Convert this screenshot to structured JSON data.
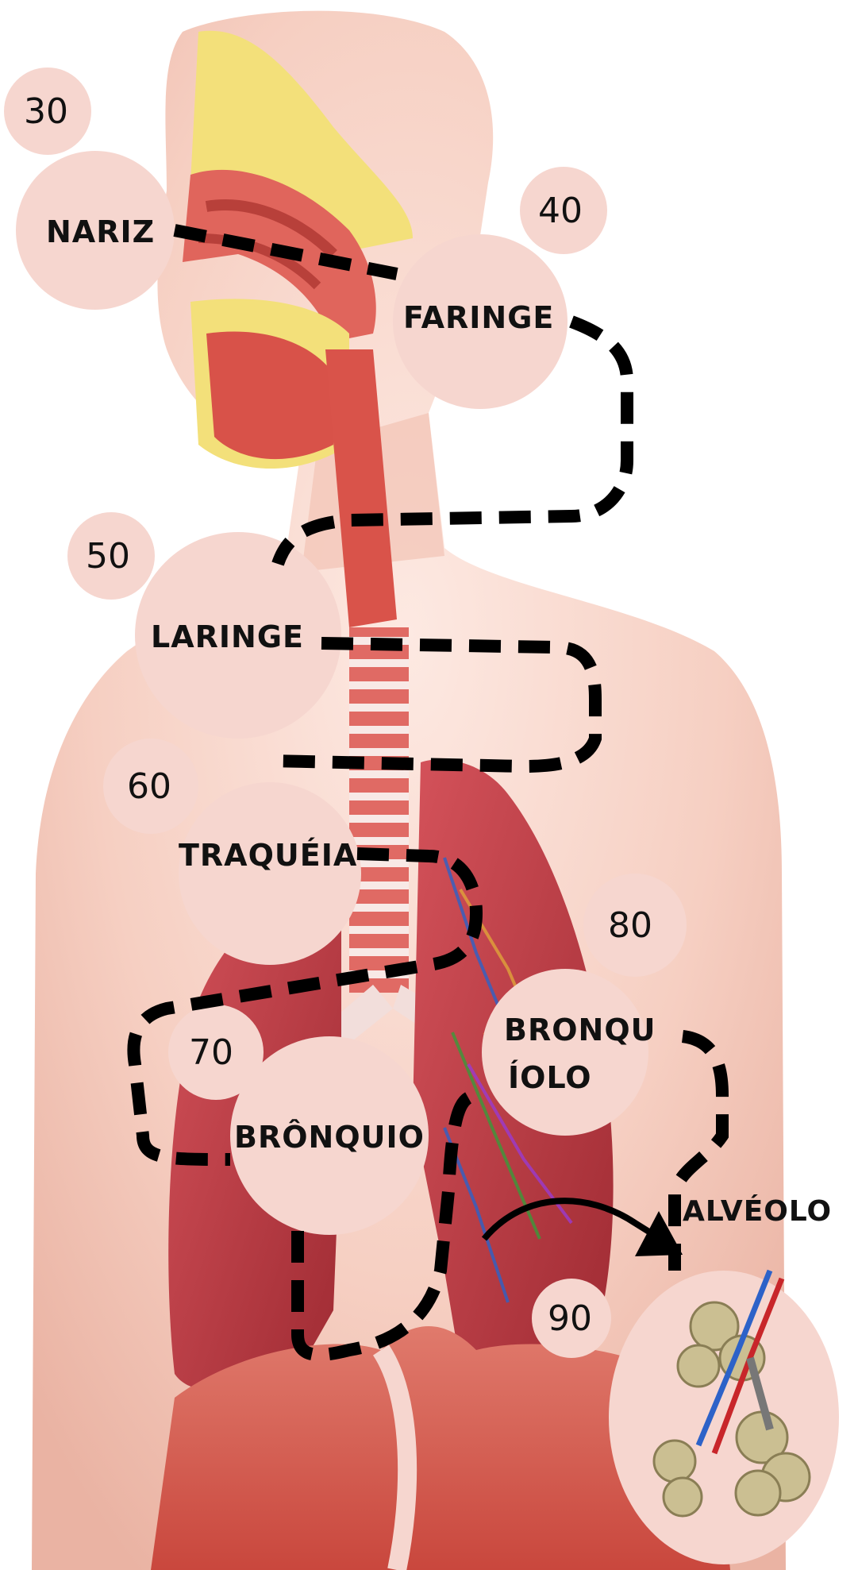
{
  "stations": [
    {
      "id": "nariz",
      "label": "NARIZ",
      "points": "30"
    },
    {
      "id": "faringe",
      "label": "FARINGE",
      "points": "40"
    },
    {
      "id": "laringe",
      "label": "LARINGE",
      "points": "50"
    },
    {
      "id": "traqueia",
      "label": "TRAQUÉIA",
      "points": "60"
    },
    {
      "id": "bronquio",
      "label": "BRÔNQUIO",
      "points": "70"
    },
    {
      "id": "bronquiolo",
      "label_line1": "BRONQU",
      "label_line2": "ÍOLO",
      "points": "80"
    },
    {
      "id": "alveolo",
      "label": "ALVÉOLO",
      "points": "90"
    }
  ],
  "colors": {
    "bubble": "#f6d6cf",
    "skin": "#f4c6b8",
    "skin_dark": "#e8a796",
    "airway": "#d9534a",
    "lung": "#b8373f",
    "path": "#000000",
    "bone": "#f3e07a",
    "muscle": "#d95a4e",
    "vein_blue": "#2d62c8",
    "artery_red": "#c8262a",
    "alveolus": "#cbbf92"
  }
}
